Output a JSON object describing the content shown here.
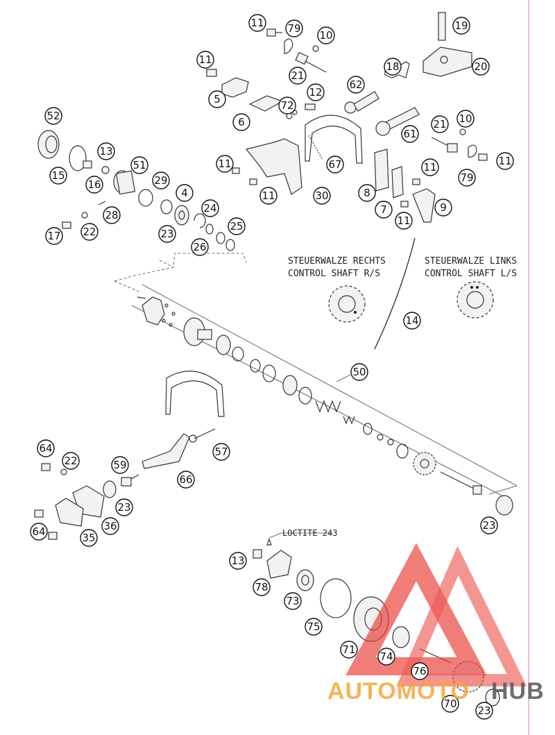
{
  "labels": {
    "right_title": "STEUERWALZE RECHTS",
    "right_sub": "CONTROL SHAFT R/S",
    "left_title": "STEUERWALZE LINKS",
    "left_sub": "CONTROL SHAFT L/S",
    "loctite": "LOCTITE 243"
  },
  "watermark": {
    "part1": "AUTOMOTO",
    "part2": "HUB",
    "color_accent": "#f4a63b",
    "color_dark": "#555555",
    "color_logo": "#e8403a"
  },
  "callouts": [
    "11",
    "79",
    "10",
    "19",
    "11",
    "21",
    "20",
    "18",
    "62",
    "5",
    "12",
    "72",
    "6",
    "10",
    "21",
    "61",
    "52",
    "13",
    "51",
    "11",
    "67",
    "79",
    "11",
    "15",
    "16",
    "29",
    "11",
    "30",
    "8",
    "11",
    "4",
    "24",
    "7",
    "9",
    "28",
    "17",
    "22",
    "23",
    "25",
    "11",
    "26",
    "14",
    "50",
    "64",
    "22",
    "59",
    "57",
    "66",
    "23",
    "35",
    "36",
    "64",
    "13",
    "78",
    "73",
    "75",
    "71",
    "74",
    "76",
    "70",
    "23"
  ]
}
